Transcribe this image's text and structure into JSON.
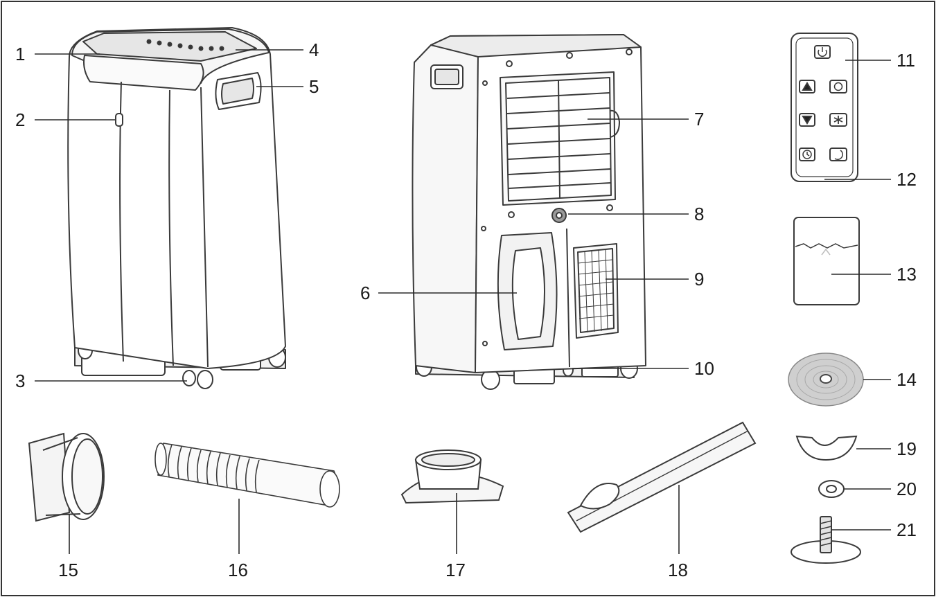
{
  "callouts": [
    "1",
    "2",
    "3",
    "4",
    "5",
    "6",
    "7",
    "8",
    "9",
    "10",
    "11",
    "12",
    "13",
    "14",
    "15",
    "16",
    "17",
    "18",
    "19",
    "20",
    "21"
  ],
  "colors": {
    "line": "#3a3a3a",
    "frame": "#333333",
    "panel": "#f4f4f4",
    "shade": "#d9d9d9"
  },
  "icons": [
    "power-icon",
    "arrow-up-icon",
    "swing-icon",
    "arrow-down-icon",
    "fan-icon",
    "timer-icon",
    "sleep-icon"
  ]
}
